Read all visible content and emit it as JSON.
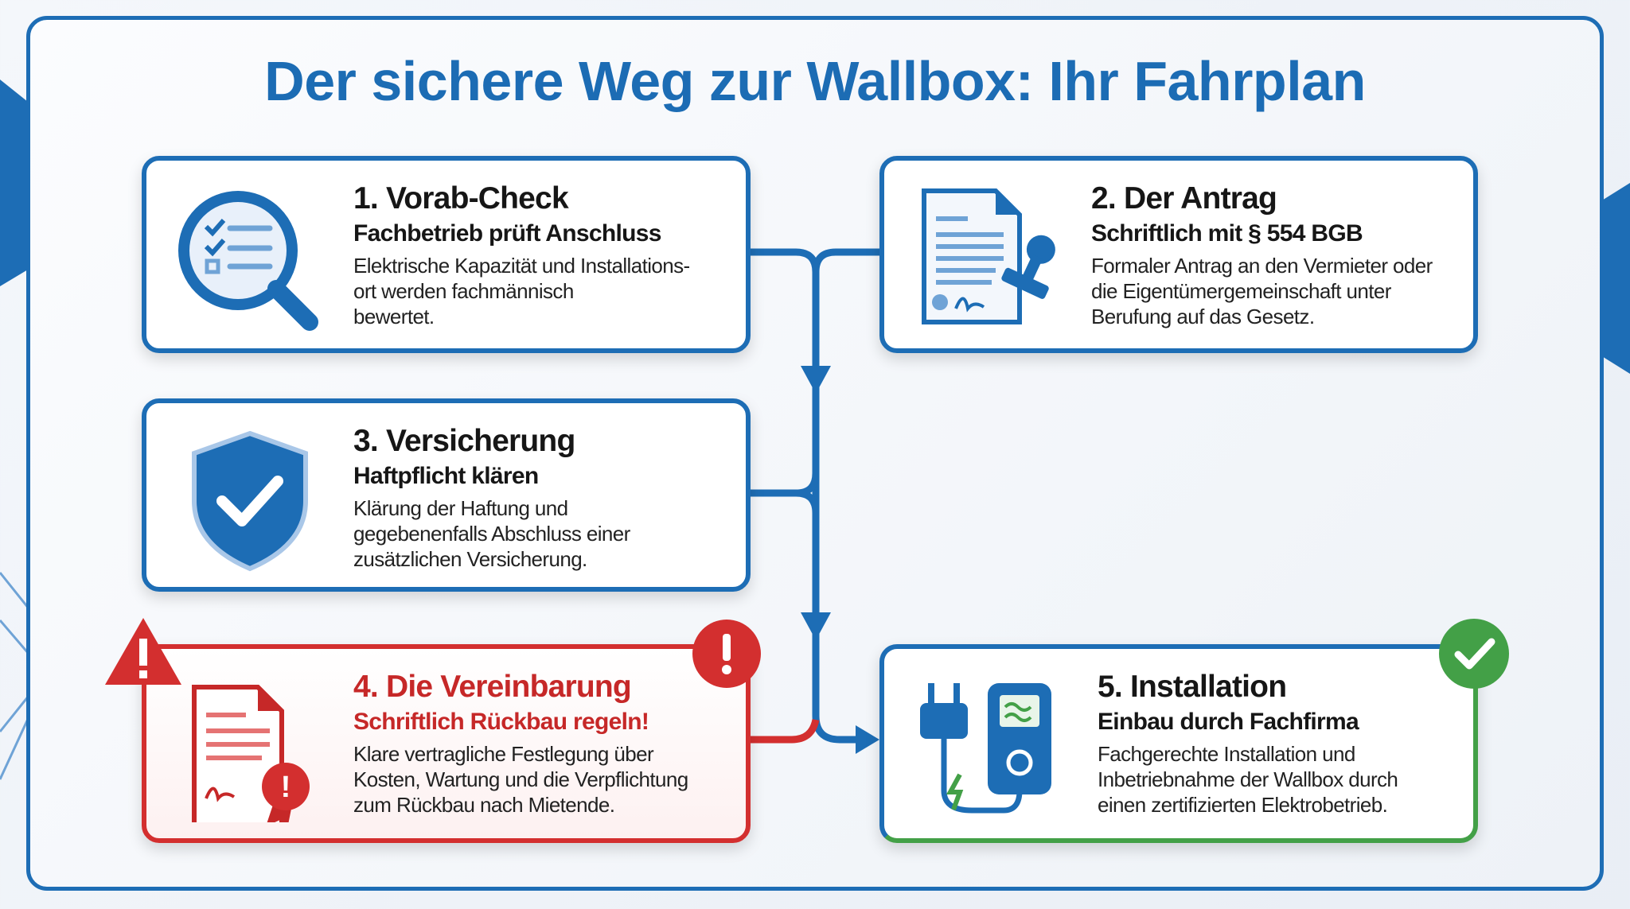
{
  "title": "Der sichere Weg zur Wallbox: Ihr Fahrplan",
  "colors": {
    "primary": "#1d6db5",
    "warning": "#d32f2f",
    "success": "#43a047"
  },
  "steps": [
    {
      "heading": "1. Vorab-Check",
      "subtitle": "Fachbetrieb prüft Anschluss",
      "body": "Elektrische Kapazität und Installations-\n ort werden fachmännisch\nbewertet.",
      "icon": "magnifier-checklist-icon"
    },
    {
      "heading": "2. Der Antrag",
      "subtitle": "Schriftlich mit § 554 BGB",
      "body": "Formaler Antrag an den Vermieter oder\ndie Eigentümergemeinschaft unter\nBerufung auf das Gesetz.",
      "icon": "document-stamp-icon"
    },
    {
      "heading": "3. Versicherung",
      "subtitle": "Haftpflicht klären",
      "body": "Klärung der Haftung und\ngegebenenfalls Abschluss einer\nzusätzlichen Versicherung.",
      "icon": "shield-check-icon"
    },
    {
      "heading": "4. Die Vereinbarung",
      "subtitle": "Schriftlich Rückbau regeln!",
      "body": "Klare vertragliche Festlegung über\nKosten, Wartung und die Verpflichtung\nzum Rückbau nach Mietende.",
      "icon": "contract-seal-icon"
    },
    {
      "heading": "5. Installation",
      "subtitle": "Einbau durch Fachfirma",
      "body": "Fachgerechte Installation und\nInbetriebnahme der Wallbox durch\neinen zertifizierten Elektrobetrieb.",
      "icon": "plug-wallbox-icon"
    }
  ]
}
